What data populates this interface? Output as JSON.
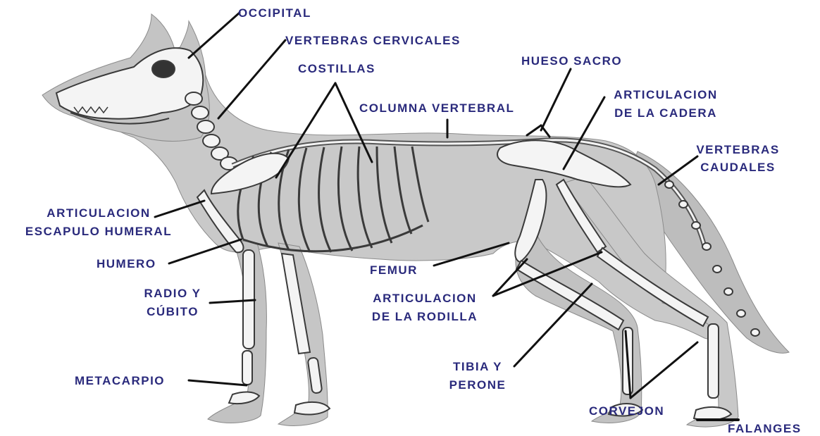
{
  "colors": {
    "label": "#2a2a7c",
    "leader": "#111111",
    "bone": "#f4f4f4",
    "bone_outline": "#3a3a3a",
    "fur": "#b9b9b9"
  },
  "labels": {
    "occipital": "OCCIPITAL",
    "vertebras_cervicales": "VERTEBRAS CERVICALES",
    "costillas": "COSTILLAS",
    "hueso_sacro": "HUESO SACRO",
    "articulacion_cadera_l1": "ARTICULACION",
    "articulacion_cadera_l2": "DE LA CADERA",
    "columna_vertebral": "COLUMNA VERTEBRAL",
    "vertebras_caudales_l1": "VERTEBRAS",
    "vertebras_caudales_l2": "CAUDALES",
    "articulacion_escapulo_l1": "ARTICULACION",
    "articulacion_escapulo_l2": "ESCAPULO  HUMERAL",
    "humero": "HUMERO",
    "femur": "FEMUR",
    "radio_cubito_l1": "RADIO Y",
    "radio_cubito_l2": "CÚBITO",
    "articulacion_rodilla_l1": "ARTICULACION",
    "articulacion_rodilla_l2": "DE LA RODILLA",
    "tibia_perone_l1": "TIBIA Y",
    "tibia_perone_l2": "PERONE",
    "metacarpio": "METACARPIO",
    "corvejon": "CORVEJON",
    "falanges": "FALANGES"
  }
}
